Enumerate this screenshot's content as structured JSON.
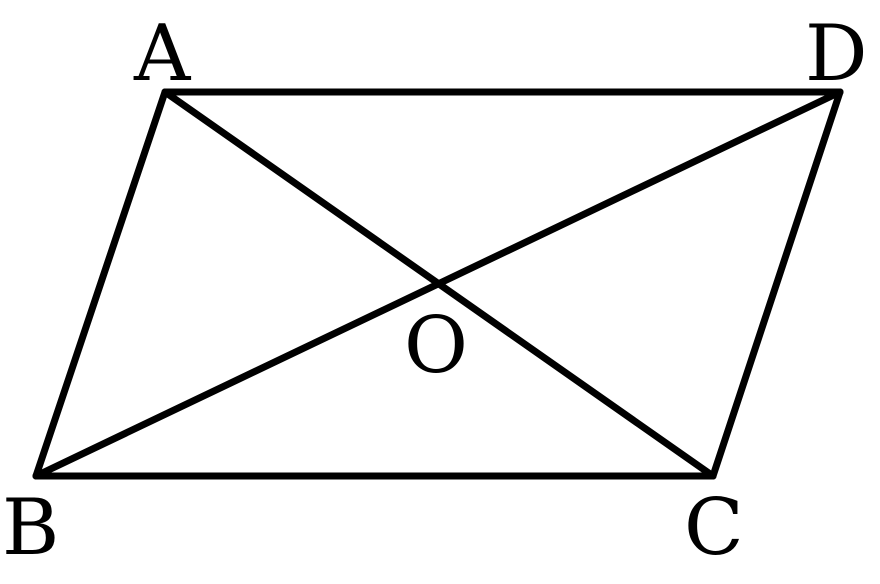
{
  "diagram": {
    "labels": {
      "A": "A",
      "B": "B",
      "C": "C",
      "D": "D",
      "O": "O"
    },
    "stroke_color": "#000000",
    "background_color": "#ffffff"
  }
}
